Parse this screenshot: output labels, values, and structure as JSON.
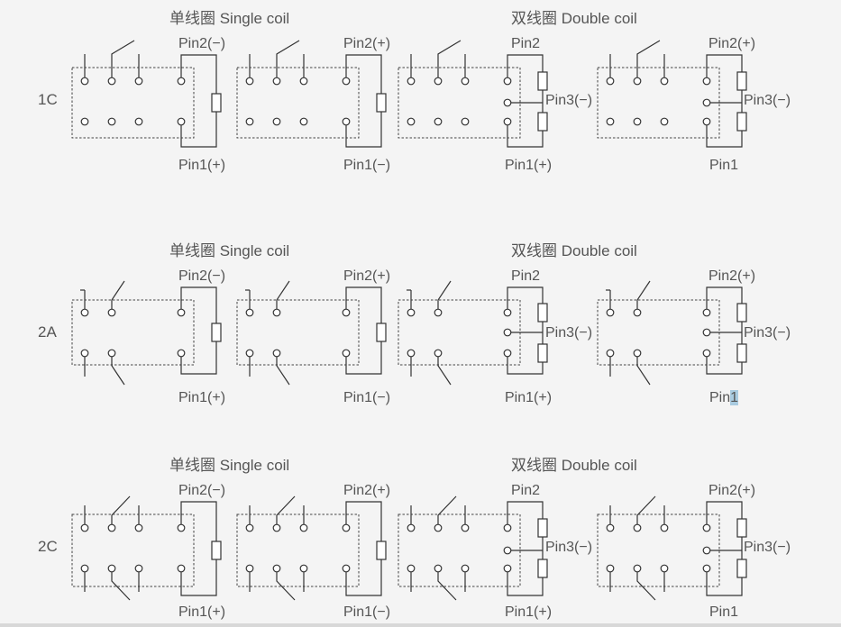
{
  "headers": {
    "single": "单线圈 Single coil",
    "double": "双线圈 Double coil"
  },
  "rows": [
    {
      "label": "1C",
      "p1": {
        "top": "Pin2(−)",
        "bot": "Pin1(+)"
      },
      "p2": {
        "top": "Pin2(+)",
        "bot": "Pin1(−)"
      },
      "p3": {
        "top": "Pin2",
        "mid": "Pin3(−)",
        "bot": "Pin1(+)"
      },
      "p4": {
        "top": "Pin2(+)",
        "mid": "Pin3(−)",
        "bot": "Pin1"
      }
    },
    {
      "label": "2A",
      "p1": {
        "top": "Pin2(−)",
        "bot": "Pin1(+)"
      },
      "p2": {
        "top": "Pin2(+)",
        "bot": "Pin1(−)"
      },
      "p3": {
        "top": "Pin2",
        "mid": "Pin3(−)",
        "bot": "Pin1(+)"
      },
      "p4": {
        "top": "Pin2(+)",
        "mid": "Pin3(−)",
        "bot_a": "Pin",
        "bot_b": "1"
      }
    },
    {
      "label": "2C",
      "p1": {
        "top": "Pin2(−)",
        "bot": "Pin1(+)"
      },
      "p2": {
        "top": "Pin2(+)",
        "bot": "Pin1(−)"
      },
      "p3": {
        "top": "Pin2",
        "mid": "Pin3(−)",
        "bot": "Pin1(+)"
      },
      "p4": {
        "top": "Pin2(+)",
        "mid": "Pin3(−)",
        "bot": "Pin1"
      }
    }
  ]
}
